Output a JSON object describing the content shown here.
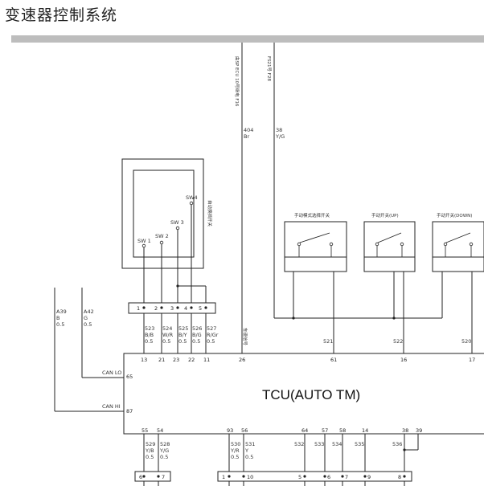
{
  "title": "变速器控制系统",
  "tcu_label": "TCU(AUTO TM)",
  "vertical_labels": {
    "wire_404_source": "由SP ECU 10号继电 F16",
    "wire_38_source": "FS21号 F28",
    "mode_switch_group": "自动换挡开关",
    "wire_26_signal": "车速信号"
  },
  "mode_switch_box": {
    "switches": [
      "SW 1",
      "SW 2",
      "SW 3",
      "SW4"
    ]
  },
  "manual_switches": [
    {
      "label": "手动模式选择开关",
      "wire": "521",
      "pin": "61"
    },
    {
      "label": "手动开关(UP)",
      "wire": "522",
      "pin": "16"
    },
    {
      "label": "手动开关(DOWN)",
      "wire": "520",
      "pin": "17"
    }
  ],
  "top_connector": {
    "pins": [
      "1",
      "2",
      "3",
      "4",
      "5"
    ],
    "wires": [
      {
        "num": "523",
        "color": "B/B",
        "size": "0.5"
      },
      {
        "num": "524",
        "color": "W/R",
        "size": "0.5"
      },
      {
        "num": "525",
        "color": "B/Y",
        "size": "0.5"
      },
      {
        "num": "526",
        "color": "B/G",
        "size": "0.5"
      },
      {
        "num": "527",
        "color": "R/Gr",
        "size": "0.5"
      }
    ],
    "tcu_pins": [
      "13",
      "21",
      "23",
      "22",
      "11"
    ]
  },
  "feed_wires": [
    {
      "num": "404",
      "color": "Br",
      "tcu_pin": "26"
    },
    {
      "num": "38",
      "color": "Y/G"
    }
  ],
  "can_wires": [
    {
      "num": "A39",
      "color": "B",
      "size": "0.5"
    },
    {
      "num": "A42",
      "color": "G",
      "size": "0.5"
    }
  ],
  "can_pins": [
    {
      "label": "CAN LO",
      "pin": "65"
    },
    {
      "label": "CAN HI",
      "pin": "87"
    }
  ],
  "tcu_top_pins_right": [
    "61",
    "16",
    "17"
  ],
  "tcu_bottom_pins": [
    "55",
    "54",
    "93",
    "56",
    "64",
    "57",
    "58",
    "14",
    "38",
    "39"
  ],
  "bottom_wires": [
    {
      "num": "529",
      "color": "Y/B",
      "size": "0.5"
    },
    {
      "num": "528",
      "color": "Y/G",
      "size": "0.5"
    },
    {
      "num": "530",
      "color": "Y/R",
      "size": "0.5"
    },
    {
      "num": "531",
      "color": "Y",
      "size": "0.5"
    },
    {
      "num": "532"
    },
    {
      "num": "533"
    },
    {
      "num": "534"
    },
    {
      "num": "535"
    },
    {
      "num": "536"
    }
  ],
  "bottom_connector_left": [
    "6",
    "7"
  ],
  "bottom_connector_right": [
    "1",
    "10",
    "5",
    "6",
    "7",
    "9",
    "8"
  ]
}
